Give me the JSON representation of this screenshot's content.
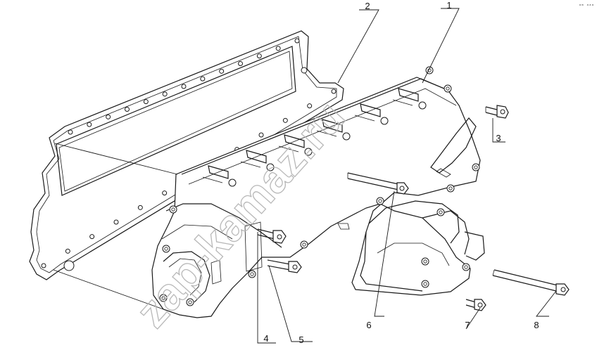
{
  "diagram": {
    "corner_mark": "ᵃᵐ ᵃᵃᵃ",
    "watermark": "zap-kamaz.ru",
    "callouts": [
      "1",
      "2",
      "3",
      "4",
      "5",
      "6",
      "7",
      "8"
    ]
  },
  "colors": {
    "line": "#1a1a1a",
    "watermark": "#b8b8b8",
    "background": "#ffffff"
  }
}
